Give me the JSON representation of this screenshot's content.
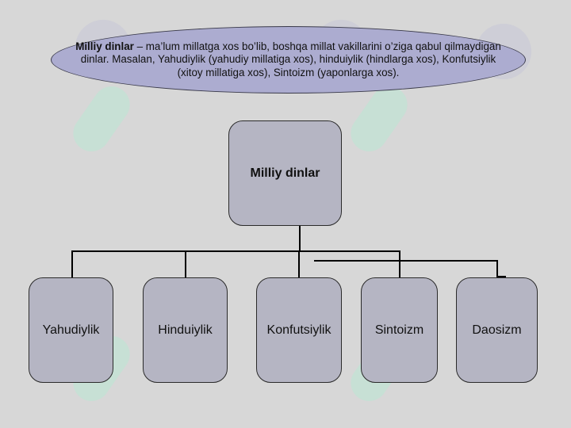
{
  "definition": {
    "term": "Milliy dinlar",
    "text": " – ma’lum millatga xos bo’lib, boshqa millat vakillarini o’ziga qabul qilmaydigan dinlar. Masalan, Yahudiylik (yahudiy millatiga xos), hinduiylik (hindlarga xos), Konfutsiylik (xitoy millatiga xos), Sintoizm (yaponlarga xos)."
  },
  "tree": {
    "root": "Milliy dinlar",
    "children": [
      "Yahudiylik",
      "Hinduiylik",
      "Konfutsiylik",
      "Sintoizm",
      "Daosizm"
    ]
  },
  "colors": {
    "background": "#d7d7d7",
    "ellipse_fill": "#acacd0",
    "box_fill": "#b5b5c3",
    "line": "#000000"
  }
}
